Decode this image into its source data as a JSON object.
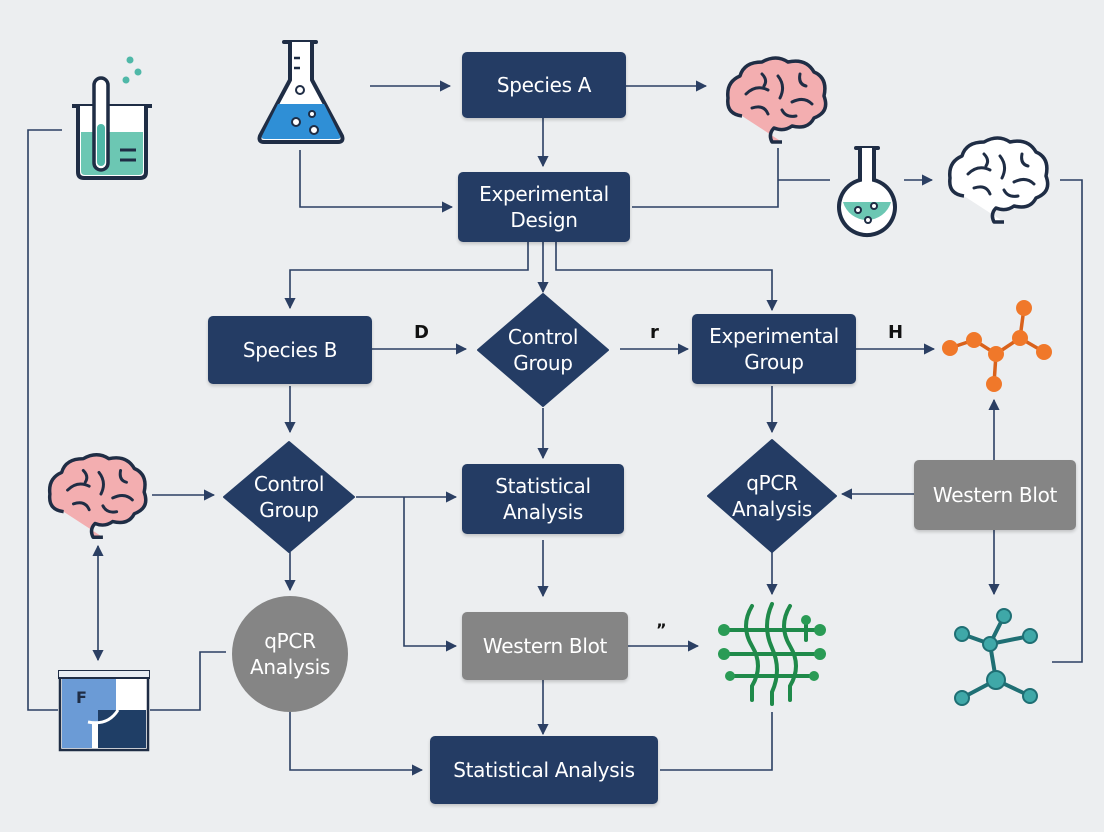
{
  "nodes": {
    "species_a": "Species A",
    "experimental_design": "Experimental\nDesign",
    "species_b": "Species B",
    "control_group_top": "Control\nGroup",
    "experimental_group": "Experimental\nGroup",
    "control_group_left": "Control\nGroup",
    "statistical_analysis_mid": "Statistical\nAnalysis",
    "qpcr_analysis_right": "qPCR\nAnalysis",
    "western_blot_right": "Western Blot",
    "qpcr_analysis_gray": "qPCR\nAnalysis",
    "western_blot_center": "Western Blot",
    "statistical_analysis_bottom": "Statistical Analysis"
  },
  "edge_labels": {
    "d": "D",
    "r": "r",
    "h": "H",
    "tick": "ˮ"
  },
  "icons": {
    "beaker": "beaker-icon",
    "flask_blue": "flask-icon",
    "flask_round": "round-flask-icon",
    "brain_pink_top": "brain-icon",
    "brain_outline": "brain-outline-icon",
    "brain_pink_left": "brain-icon",
    "molecule_orange": "molecule-icon",
    "molecule_teal": "molecule-icon",
    "dna": "dna-icon",
    "tablet": "document-icon",
    "tablet_letter": "F"
  },
  "colors": {
    "node_dark": "#243c64",
    "node_gray": "#858585",
    "connector": "#2b3f63",
    "background": "#eceef0"
  }
}
